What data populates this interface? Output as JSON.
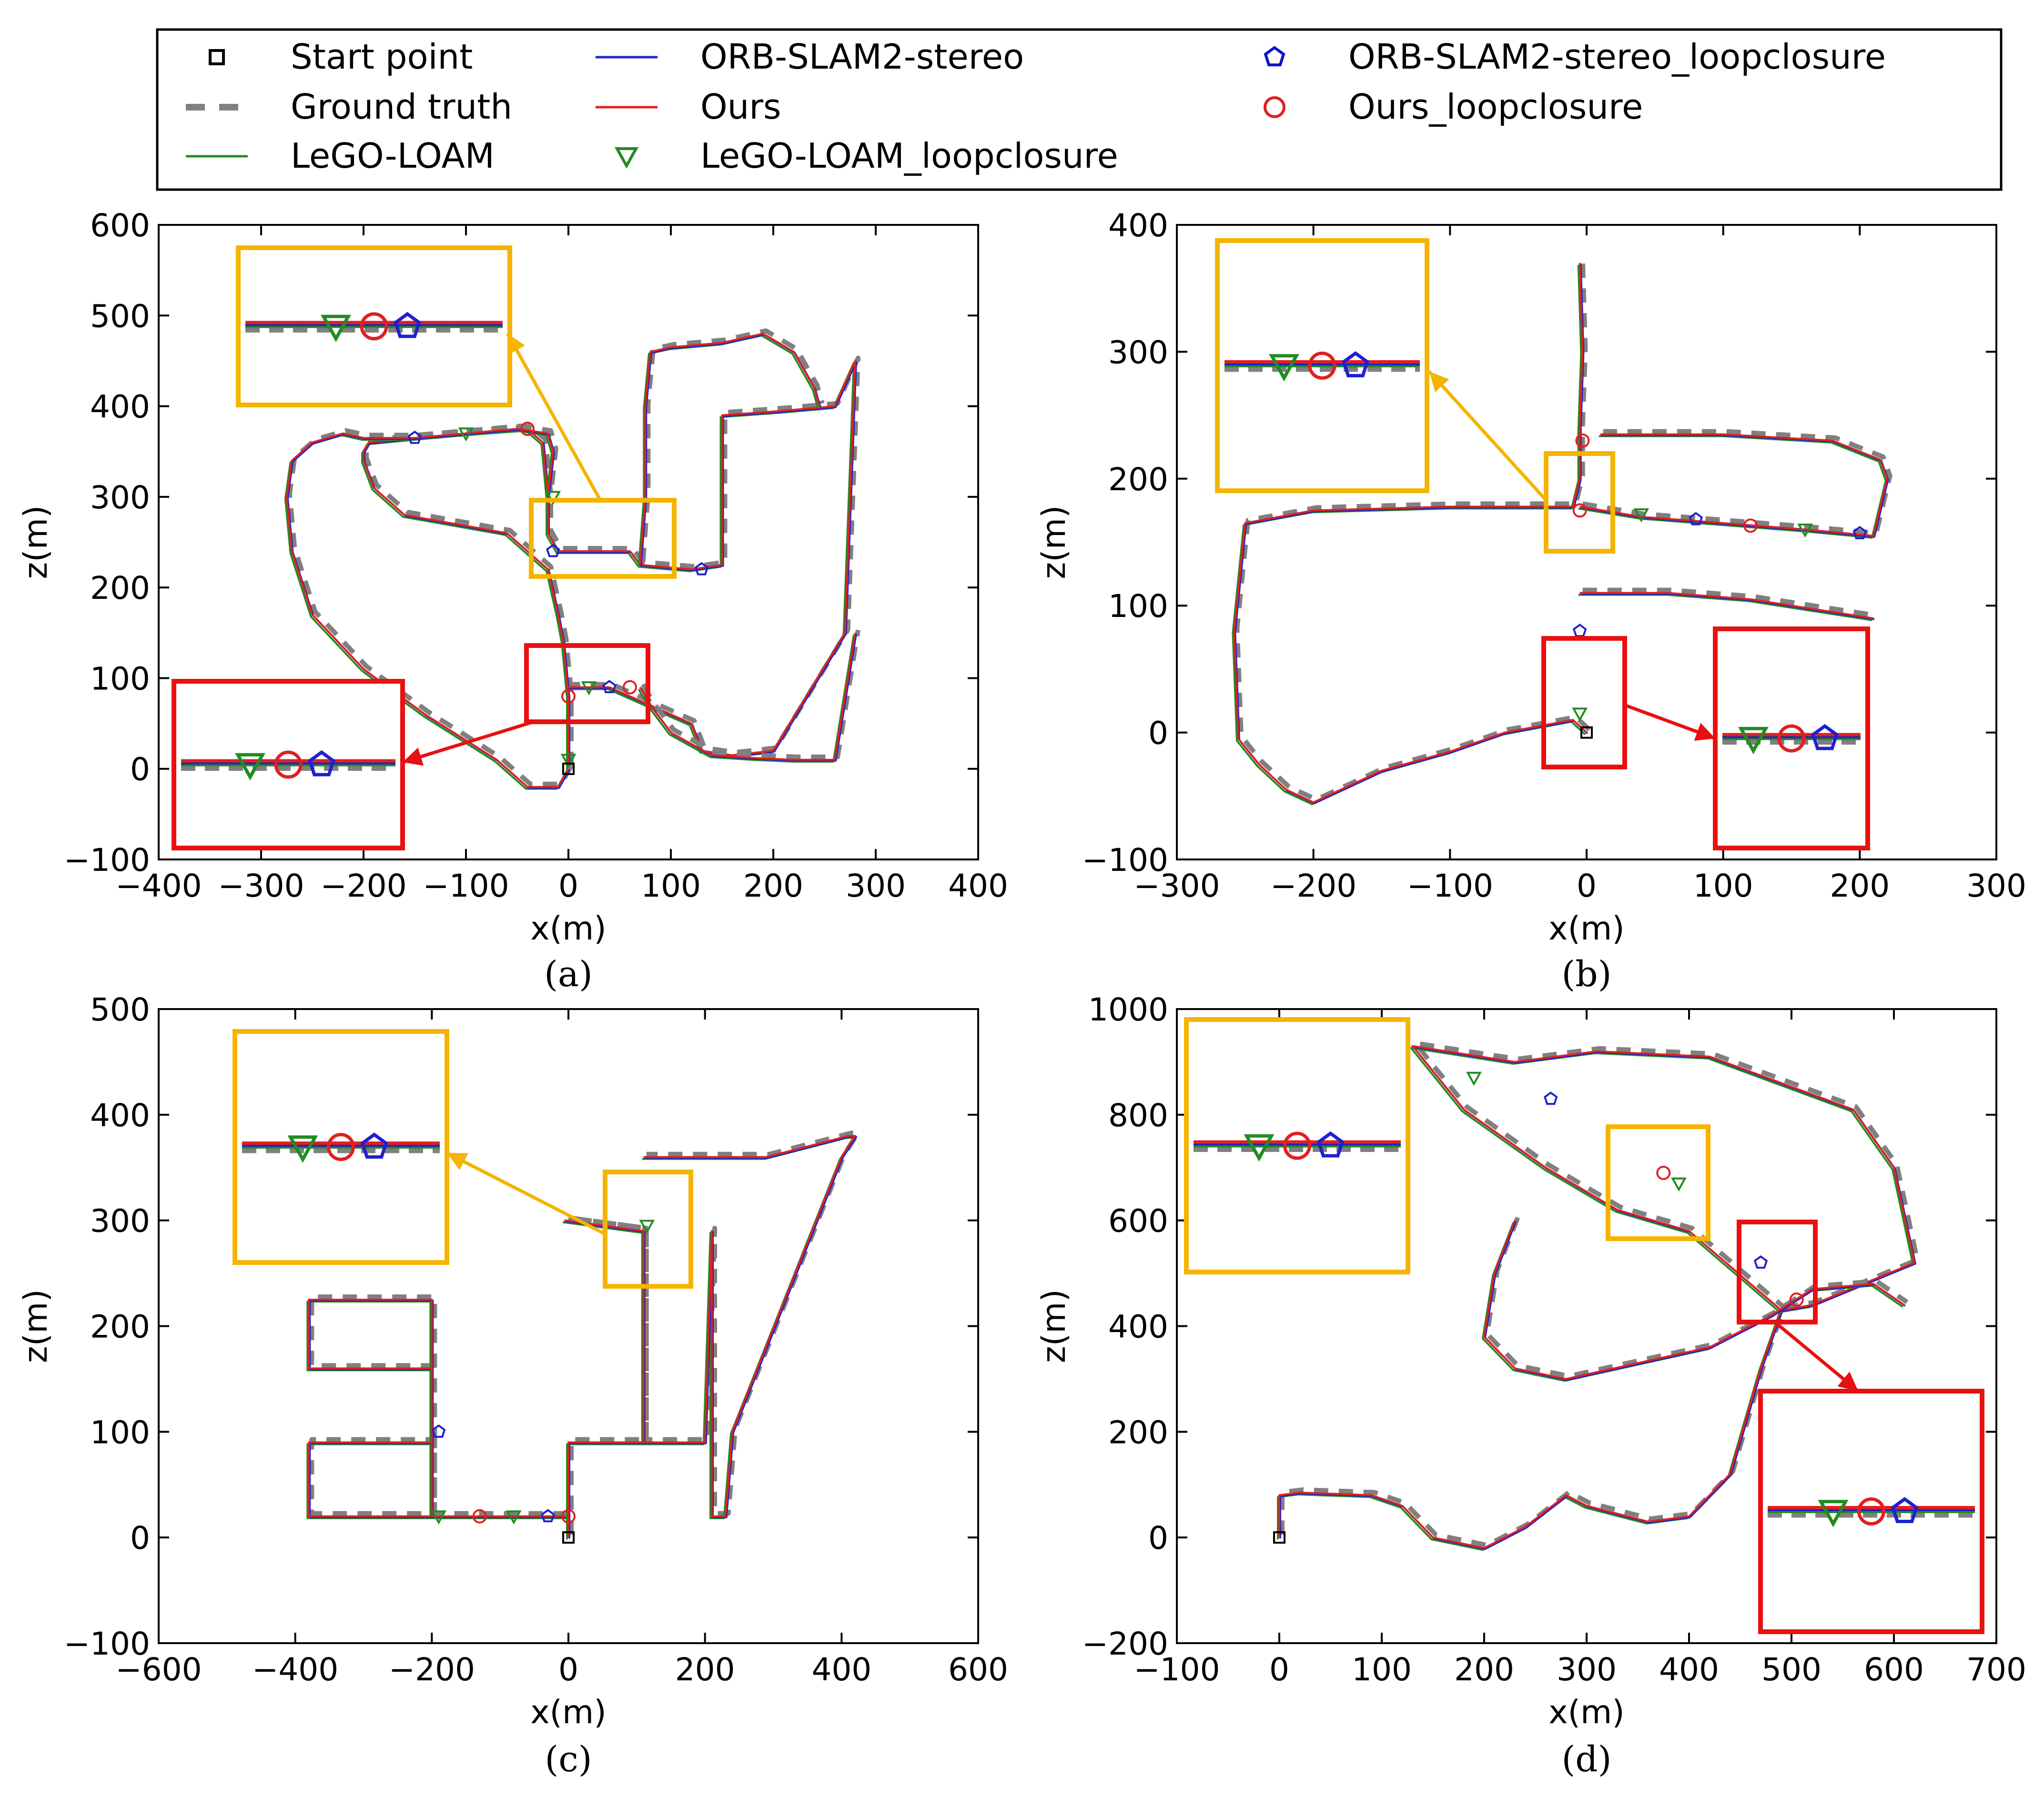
{
  "legend": {
    "entries": [
      {
        "label": "Start point",
        "marker": "square",
        "color": "#000000"
      },
      {
        "label": "Ground truth",
        "line": "dashed",
        "color": "#808080"
      },
      {
        "label": "LeGO-LOAM",
        "line": "solid",
        "color": "#228b22"
      },
      {
        "label": "ORB-SLAM2-stereo",
        "line": "solid",
        "color": "#2020d0"
      },
      {
        "label": "Ours",
        "line": "solid",
        "color": "#e02020"
      },
      {
        "label": "LeGO-LOAM_loopclosure",
        "marker": "triangle-down",
        "color": "#228b22"
      },
      {
        "label": "ORB-SLAM2-stereo_loopclosure",
        "marker": "pentagon",
        "color": "#1010d0"
      },
      {
        "label": "Ours_loopclosure",
        "marker": "circle",
        "color": "#e02020"
      }
    ]
  },
  "colors": {
    "gt": "#808080",
    "lego": "#228b22",
    "orb": "#2020d0",
    "ours": "#e02020",
    "inset_yellow": "#f4b400",
    "inset_red": "#e81010"
  },
  "chart_data": [
    {
      "type": "line",
      "caption": "(a)",
      "xlabel": "x(m)",
      "ylabel": "z(m)",
      "xlim": [
        -400,
        400
      ],
      "ylim": [
        -100,
        600
      ],
      "xticks": [
        -400,
        -300,
        -200,
        -100,
        0,
        100,
        200,
        300,
        400
      ],
      "yticks": [
        -100,
        0,
        100,
        200,
        300,
        400,
        500,
        600
      ],
      "xtick_labels": [
        "−400",
        "−300",
        "−200",
        "−100",
        "0",
        "100",
        "200",
        "300",
        "400"
      ],
      "ytick_labels": [
        "−100",
        "0",
        "100",
        "200",
        "300",
        "400",
        "500",
        "600"
      ],
      "paths": [
        {
          "x": [
            0,
            0,
            -5,
            -10,
            -20,
            -60,
            -110,
            -160,
            -190,
            -200,
            -200,
            -195,
            -150,
            -100,
            -40,
            -25,
            -20,
            -20,
            -10,
            10,
            60,
            70,
            120,
            150,
            150,
            150,
            210,
            260,
            280,
            270,
            200,
            160,
            130,
            120,
            80,
            40,
            0
          ],
          "y": [
            0,
            80,
            140,
            170,
            220,
            260,
            270,
            280,
            310,
            340,
            350,
            360,
            365,
            370,
            375,
            360,
            300,
            260,
            240,
            240,
            240,
            225,
            220,
            225,
            300,
            390,
            395,
            400,
            450,
            150,
            20,
            15,
            20,
            50,
            70,
            90,
            90
          ]
        },
        {
          "x": [
            0,
            -10,
            -40,
            -70,
            -140,
            -200,
            -250,
            -270,
            -275,
            -270,
            -250,
            -220,
            -200,
            -150,
            -100,
            -50,
            -20,
            -15,
            -20
          ],
          "y": [
            0,
            -20,
            -20,
            10,
            60,
            110,
            170,
            240,
            300,
            340,
            360,
            370,
            365,
            365,
            370,
            375,
            370,
            350,
            300
          ]
        },
        {
          "x": [
            70,
            75,
            75,
            80,
            100,
            150,
            190,
            220,
            240,
            245
          ],
          "y": [
            225,
            300,
            400,
            460,
            465,
            470,
            480,
            460,
            420,
            400
          ]
        },
        {
          "x": [
            70,
            80,
            100,
            140,
            180,
            220,
            260,
            280
          ],
          "y": [
            90,
            70,
            40,
            15,
            12,
            10,
            10,
            150
          ]
        }
      ],
      "loop_markers": {
        "x": [
          -15,
          -15,
          0,
          20,
          40,
          60,
          -100,
          -150,
          -40,
          0,
          130
        ],
        "y": [
          300,
          240,
          80,
          90,
          90,
          90,
          370,
          365,
          375,
          10,
          220
        ]
      },
      "start": [
        0,
        0
      ]
    },
    {
      "type": "line",
      "caption": "(b)",
      "xlabel": "x(m)",
      "ylabel": "z(m)",
      "xlim": [
        -300,
        300
      ],
      "ylim": [
        -100,
        400
      ],
      "xticks": [
        -300,
        -200,
        -100,
        0,
        100,
        200,
        300
      ],
      "yticks": [
        -100,
        0,
        100,
        200,
        300,
        400
      ],
      "xtick_labels": [
        "−300",
        "−200",
        "−100",
        "0",
        "100",
        "200",
        "300"
      ],
      "ytick_labels": [
        "−100",
        "0",
        "100",
        "200",
        "300",
        "400"
      ],
      "paths": [
        {
          "x": [
            0,
            -5,
            -10,
            -20,
            -60,
            -100,
            -150,
            -180,
            -200,
            -220,
            -240,
            -255,
            -258,
            -250,
            -200,
            -100,
            -10,
            -5,
            -5,
            -3,
            -5
          ],
          "y": [
            0,
            5,
            10,
            8,
            0,
            -15,
            -30,
            -45,
            -55,
            -45,
            -25,
            -5,
            80,
            165,
            175,
            178,
            178,
            200,
            240,
            300,
            370
          ]
        },
        {
          "x": [
            -5,
            40,
            100,
            160,
            210,
            220,
            215,
            180,
            100,
            10
          ],
          "y": [
            178,
            170,
            165,
            160,
            155,
            200,
            215,
            230,
            235,
            235
          ]
        },
        {
          "x": [
            -5,
            60,
            120,
            180,
            210
          ],
          "y": [
            110,
            110,
            105,
            95,
            90
          ]
        }
      ],
      "loop_markers": {
        "x": [
          -5,
          -5,
          -5,
          40,
          80,
          120,
          160,
          200,
          -3
        ],
        "y": [
          15,
          80,
          175,
          172,
          168,
          163,
          160,
          157,
          230
        ]
      },
      "start": [
        0,
        0
      ]
    },
    {
      "type": "line",
      "caption": "(c)",
      "xlabel": "x(m)",
      "ylabel": "z(m)",
      "xlim": [
        -600,
        600
      ],
      "ylim": [
        -100,
        500
      ],
      "xticks": [
        -600,
        -400,
        -200,
        0,
        200,
        400,
        600
      ],
      "yticks": [
        -100,
        0,
        100,
        200,
        300,
        400,
        500
      ],
      "xtick_labels": [
        "−600",
        "−400",
        "−200",
        "0",
        "200",
        "400",
        "600"
      ],
      "ytick_labels": [
        "−100",
        "0",
        "100",
        "200",
        "300",
        "400",
        "500"
      ],
      "paths": [
        {
          "x": [
            0,
            0,
            -100,
            -200,
            -200,
            -200,
            -380,
            -380,
            -200,
            -200,
            -380,
            -380,
            -200
          ],
          "y": [
            0,
            20,
            20,
            20,
            100,
            90,
            90,
            20,
            20,
            225,
            225,
            160,
            160
          ]
        },
        {
          "x": [
            0,
            0,
            110,
            110,
            -5,
            110,
            110,
            200,
            210,
            210,
            230,
            240,
            400,
            420,
            410,
            290,
            110
          ],
          "y": [
            0,
            90,
            90,
            290,
            300,
            290,
            90,
            90,
            290,
            20,
            20,
            100,
            360,
            380,
            380,
            360,
            360
          ]
        }
      ],
      "loop_markers": {
        "x": [
          -190,
          -190,
          -130,
          -80,
          -30,
          0,
          115
        ],
        "y": [
          20,
          100,
          20,
          20,
          20,
          20,
          295
        ]
      },
      "start": [
        0,
        0
      ]
    },
    {
      "type": "line",
      "caption": "(d)",
      "xlabel": "x(m)",
      "ylabel": "z(m)",
      "xlim": [
        -100,
        700
      ],
      "ylim": [
        -200,
        1000
      ],
      "xticks": [
        -100,
        0,
        100,
        200,
        300,
        400,
        500,
        600,
        700
      ],
      "yticks": [
        -200,
        0,
        200,
        400,
        600,
        800,
        1000
      ],
      "xtick_labels": [
        "−100",
        "0",
        "100",
        "200",
        "300",
        "400",
        "500",
        "600",
        "700"
      ],
      "ytick_labels": [
        "−200",
        "0",
        "200",
        "400",
        "600",
        "800",
        "1000"
      ],
      "paths": [
        {
          "x": [
            0,
            0,
            20,
            90,
            120,
            150,
            200,
            240,
            280,
            300,
            360,
            400,
            440,
            470,
            490
          ],
          "y": [
            0,
            80,
            85,
            80,
            60,
            0,
            -20,
            20,
            80,
            60,
            30,
            40,
            120,
            320,
            430
          ]
        },
        {
          "x": [
            490,
            520,
            620,
            600,
            560,
            420,
            310,
            230,
            130,
            180,
            260,
            330,
            400,
            490
          ],
          "y": [
            430,
            440,
            520,
            700,
            810,
            910,
            920,
            900,
            930,
            810,
            700,
            620,
            580,
            430
          ]
        },
        {
          "x": [
            230,
            210,
            200,
            230,
            280,
            350,
            420,
            480,
            520,
            580,
            610
          ],
          "y": [
            600,
            500,
            380,
            320,
            300,
            330,
            360,
            420,
            470,
            480,
            440
          ]
        }
      ],
      "loop_markers": {
        "x": [
          190,
          265,
          375,
          390,
          470,
          505
        ],
        "y": [
          870,
          830,
          690,
          670,
          520,
          450
        ]
      },
      "start": [
        0,
        0
      ]
    }
  ]
}
